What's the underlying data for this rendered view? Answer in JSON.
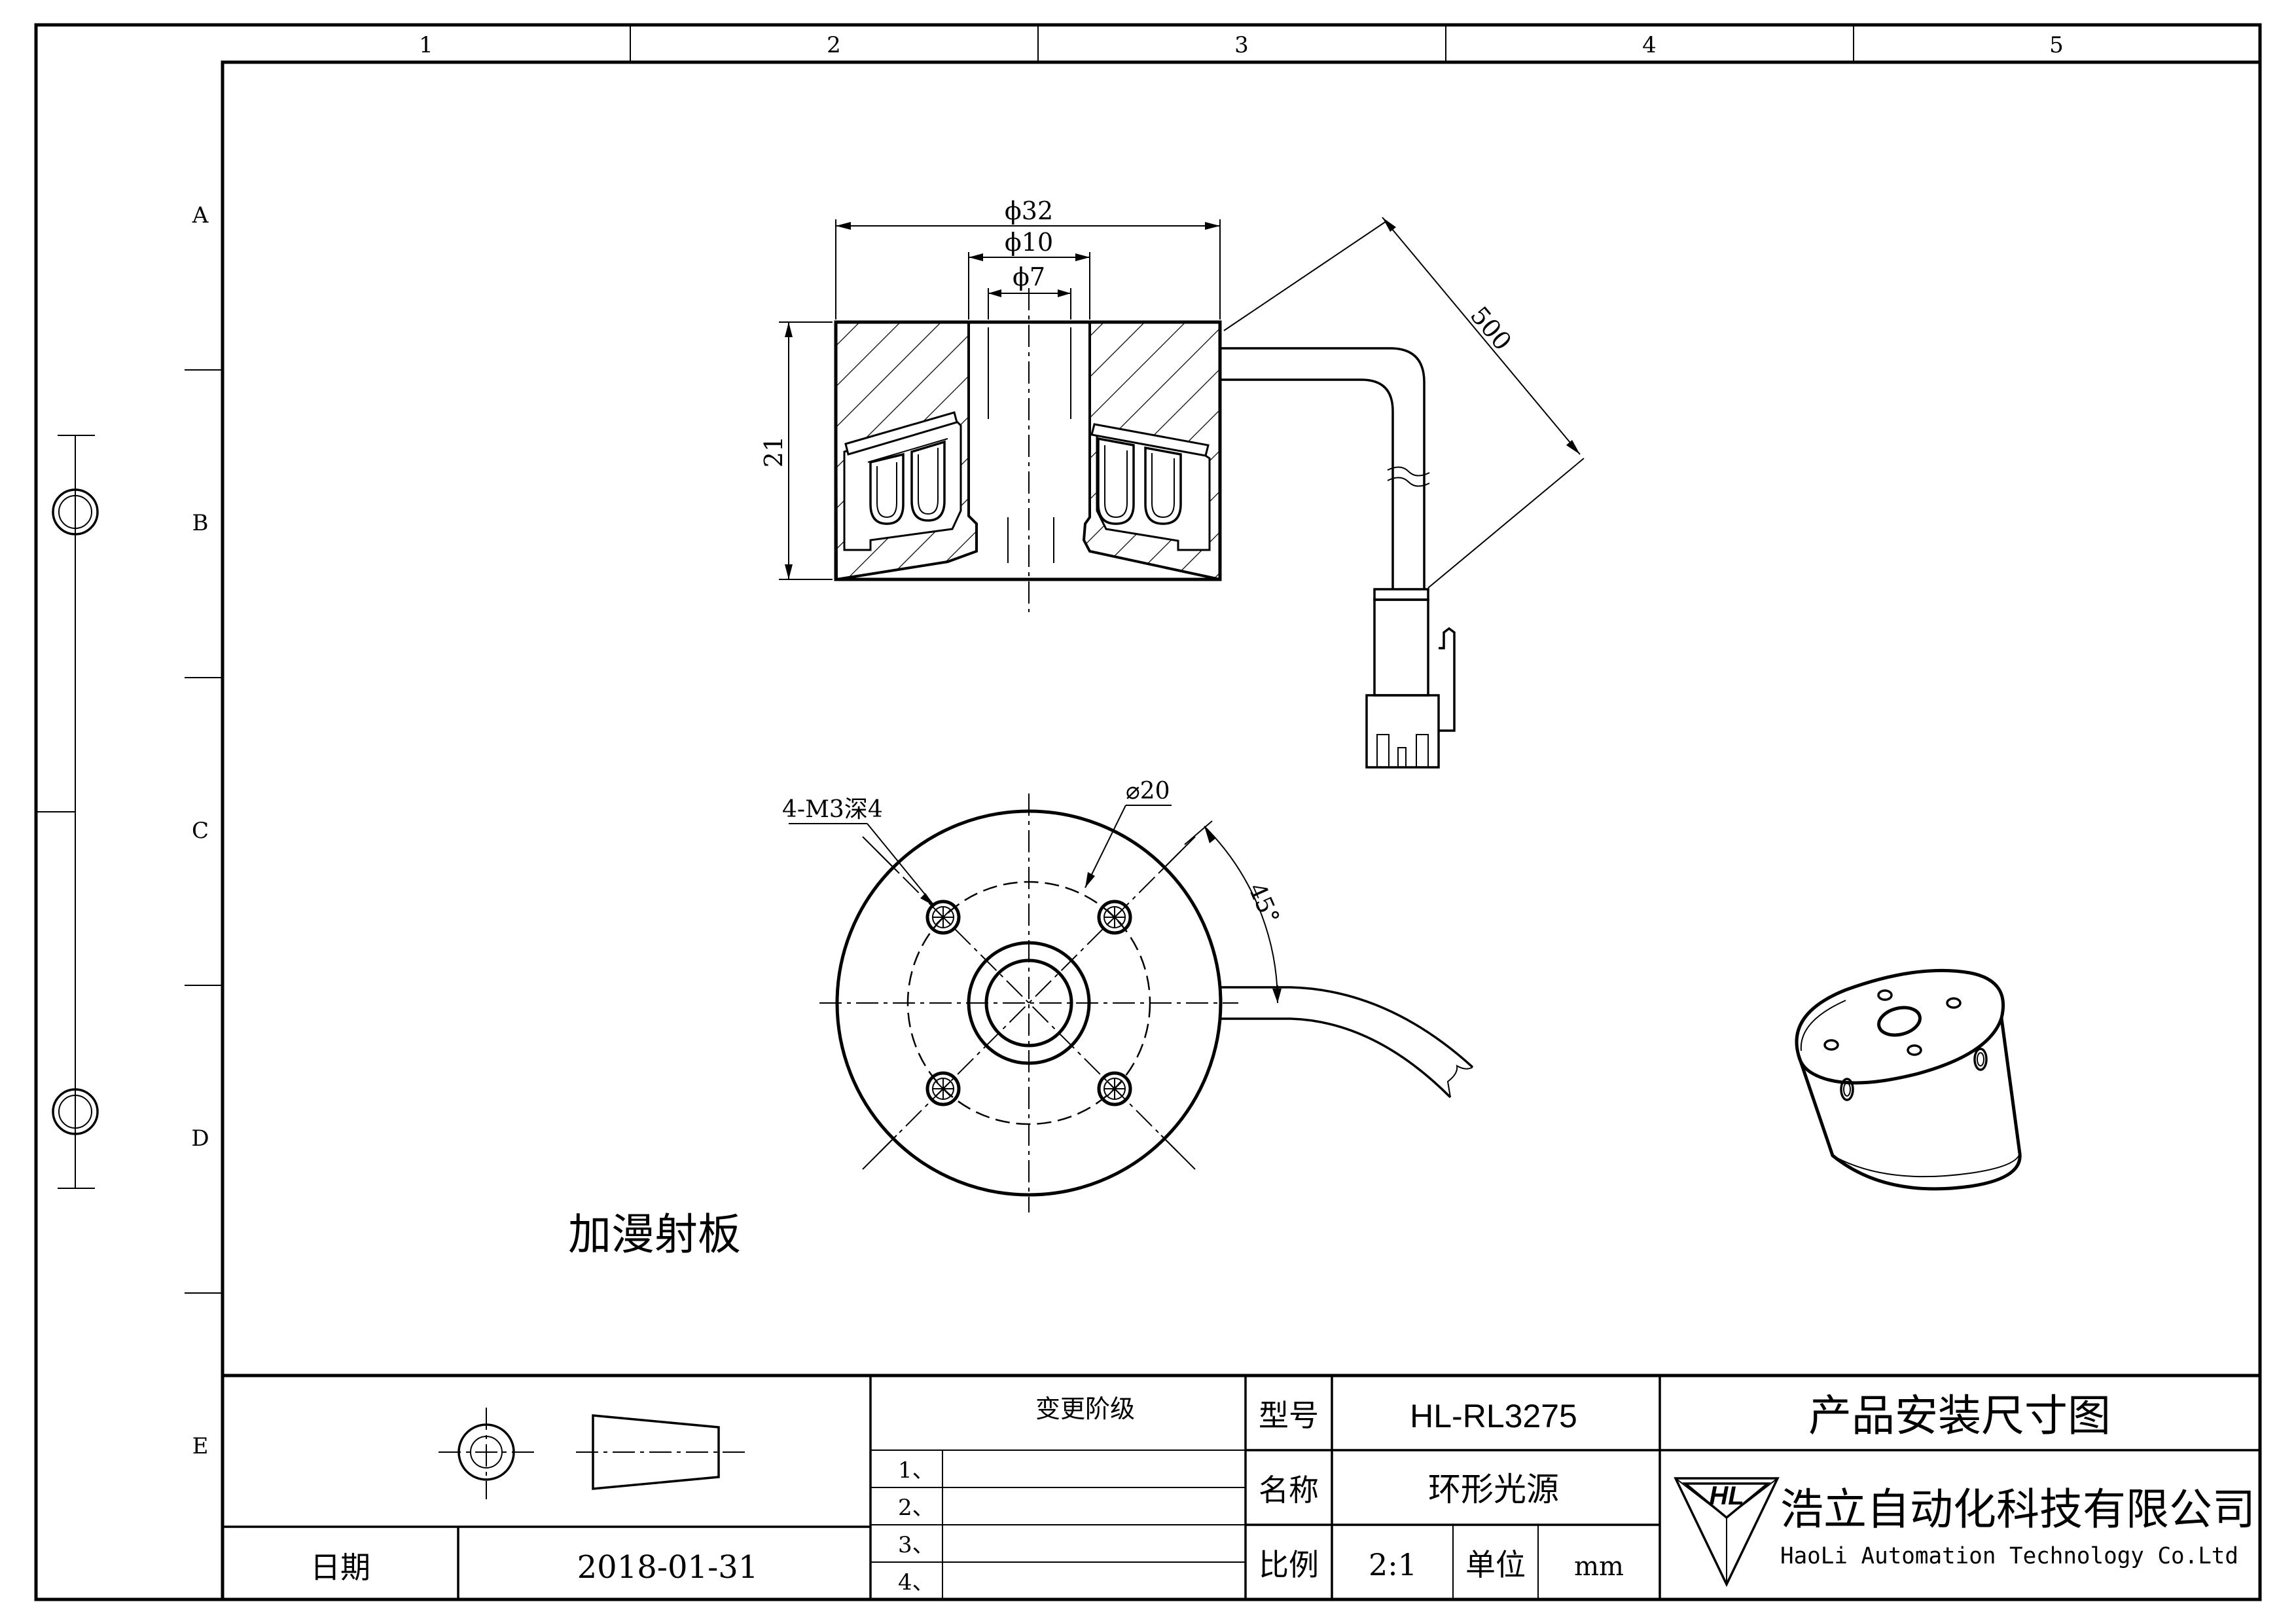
{
  "grid": {
    "columns": [
      "1",
      "2",
      "3",
      "4",
      "5"
    ],
    "rows": [
      "A",
      "B",
      "C",
      "D",
      "E"
    ]
  },
  "section_view": {
    "dims": {
      "outer_dia": "ϕ32",
      "mid_dia": "ϕ10",
      "inner_dia": "ϕ7",
      "height": "21",
      "cable_length": "500"
    }
  },
  "top_view": {
    "thread_note": "4-M3深4",
    "pcd_dia": "⌀20",
    "angle": "45°"
  },
  "note": "加漫射板",
  "title_block": {
    "change_level": "变更阶级",
    "change_rows": [
      "1、",
      "2、",
      "3、",
      "4、"
    ],
    "date_label": "日期",
    "date_value": "2018-01-31",
    "model_label": "型号",
    "model_value": "HL-RL3275",
    "name_label": "名称",
    "name_value": "环形光源",
    "scale_label": "比例",
    "scale_value": "2:1",
    "unit_label": "单位",
    "unit_value": "mm",
    "drawing_title": "产品安装尺寸图",
    "company_cn": "浩立自动化科技有限公司",
    "company_en": "HaoLi Automation Technology Co.Ltd",
    "logo_text": "HL"
  }
}
